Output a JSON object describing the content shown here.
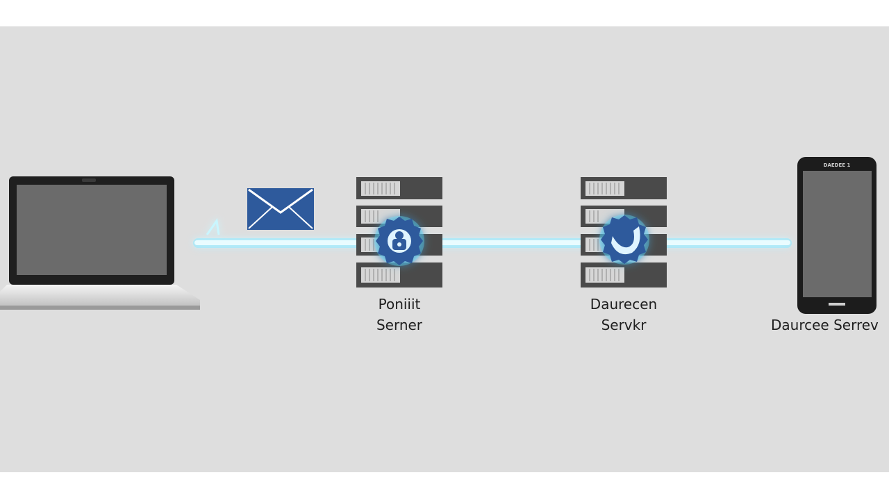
{
  "diagram": {
    "nodes": [
      {
        "id": "laptop",
        "icon": "laptop-icon",
        "label": ""
      },
      {
        "id": "proxy-server",
        "icon": "gear-lock-icon",
        "label": "Poniiit\nSerner"
      },
      {
        "id": "destination-server",
        "icon": "gear-shield-icon",
        "label": "Daurecen\nServkr"
      },
      {
        "id": "phone",
        "icon": "smartphone-icon",
        "label": "Daurcee Serrev"
      }
    ],
    "message": {
      "icon": "envelope-icon"
    },
    "phone_brand": "DAEDEE 1",
    "colors": {
      "background": "#dedede",
      "connection": "#6fe6ff",
      "icon_blue": "#2e5a9c",
      "server_dark": "#4a4a4a",
      "screen_gray": "#6b6b6b"
    }
  }
}
